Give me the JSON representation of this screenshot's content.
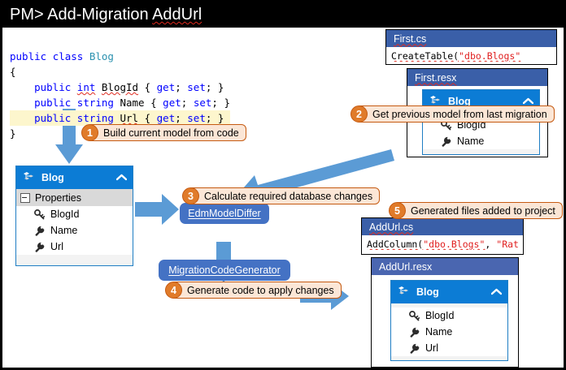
{
  "window": {
    "title_prefix": "PM> Add-Migration ",
    "title_arg": "AddUrl"
  },
  "colors": {
    "accent_blue": "#0c7cd5",
    "arrow_blue": "#5b9bd5",
    "pill_blue": "#4472c4",
    "file_header_blue": "#3a5fa8",
    "callout_orange": "#e07b2a",
    "callout_fill": "#fbe6d6",
    "highlight_yellow": "#fdf6cd",
    "keyword_blue": "#0000ff",
    "type_teal": "#2b91af",
    "string_red": "#e02020",
    "squiggle_red": "#e02b20"
  },
  "code": {
    "lines": [
      {
        "tokens": [
          {
            "t": "public ",
            "c": "kw"
          },
          {
            "t": "class ",
            "c": "kw"
          },
          {
            "t": "Blog",
            "c": "ty"
          }
        ],
        "highlight": false
      },
      {
        "tokens": [
          {
            "t": "{",
            "c": "pl"
          }
        ],
        "highlight": false
      },
      {
        "tokens": [
          {
            "t": "    ",
            "c": "pl"
          },
          {
            "t": "public ",
            "c": "kw"
          },
          {
            "t": "int",
            "c": "kw sq"
          },
          {
            "t": " ",
            "c": "pl"
          },
          {
            "t": "BlogId",
            "c": "pl sq"
          },
          {
            "t": " { ",
            "c": "pl"
          },
          {
            "t": "get",
            "c": "kw"
          },
          {
            "t": "; ",
            "c": "pl"
          },
          {
            "t": "set",
            "c": "kw"
          },
          {
            "t": "; }",
            "c": "pl"
          }
        ],
        "highlight": false
      },
      {
        "tokens": [
          {
            "t": "    ",
            "c": "pl"
          },
          {
            "t": "public ",
            "c": "kw"
          },
          {
            "t": "string ",
            "c": "kw"
          },
          {
            "t": "Name",
            "c": "pl"
          },
          {
            "t": " { ",
            "c": "pl"
          },
          {
            "t": "get",
            "c": "kw"
          },
          {
            "t": "; ",
            "c": "pl"
          },
          {
            "t": "set",
            "c": "kw"
          },
          {
            "t": "; }",
            "c": "pl"
          }
        ],
        "highlight": false
      },
      {
        "tokens": [
          {
            "t": "    ",
            "c": "pl"
          },
          {
            "t": "public ",
            "c": "kw"
          },
          {
            "t": "string ",
            "c": "kw"
          },
          {
            "t": "Url",
            "c": "pl sq"
          },
          {
            "t": " { ",
            "c": "pl"
          },
          {
            "t": "get",
            "c": "kw"
          },
          {
            "t": "; ",
            "c": "pl"
          },
          {
            "t": "set",
            "c": "kw"
          },
          {
            "t": "; }",
            "c": "pl"
          }
        ],
        "highlight": true
      },
      {
        "tokens": [
          {
            "t": "}",
            "c": "pl"
          }
        ],
        "highlight": false
      }
    ]
  },
  "entities": {
    "current_model": {
      "title": "Blog",
      "group_label": "Properties",
      "properties": [
        {
          "name": "BlogId",
          "icon": "key-icon"
        },
        {
          "name": "Name",
          "icon": "wrench-icon"
        },
        {
          "name": "Url",
          "icon": "wrench-icon"
        }
      ]
    },
    "previous_model": {
      "title": "Blog",
      "properties": [
        {
          "name": "BlogId",
          "icon": "key-icon"
        },
        {
          "name": "Name",
          "icon": "wrench-icon"
        }
      ]
    },
    "generated_model": {
      "title": "Blog",
      "properties": [
        {
          "name": "BlogId",
          "icon": "key-icon"
        },
        {
          "name": "Name",
          "icon": "wrench-icon"
        },
        {
          "name": "Url",
          "icon": "wrench-icon"
        }
      ]
    }
  },
  "files": {
    "first_cs": {
      "title": "First.cs",
      "code_prefix": "CreateTable(",
      "code_string": "\"dbo.Blogs\""
    },
    "first_resx": {
      "title": "First.resx"
    },
    "addurl_cs": {
      "title": "AddUrl.cs",
      "code_prefix": "AddColumn(",
      "code_string": "\"dbo.Blogs\"",
      "code_mid": ", ",
      "code_string2": "\"Rat"
    },
    "addurl_resx": {
      "title": "AddUrl.resx"
    }
  },
  "pills": {
    "differ": "EdmModelDiffer",
    "generator": "MigrationCodeGenerator"
  },
  "callouts": [
    {
      "num": "1",
      "text": "Build current model from code"
    },
    {
      "num": "2",
      "text": "Get previous model from last migration"
    },
    {
      "num": "3",
      "text": "Calculate required database changes"
    },
    {
      "num": "4",
      "text": "Generate code to apply changes"
    },
    {
      "num": "5",
      "text": "Generated files added to project"
    }
  ]
}
